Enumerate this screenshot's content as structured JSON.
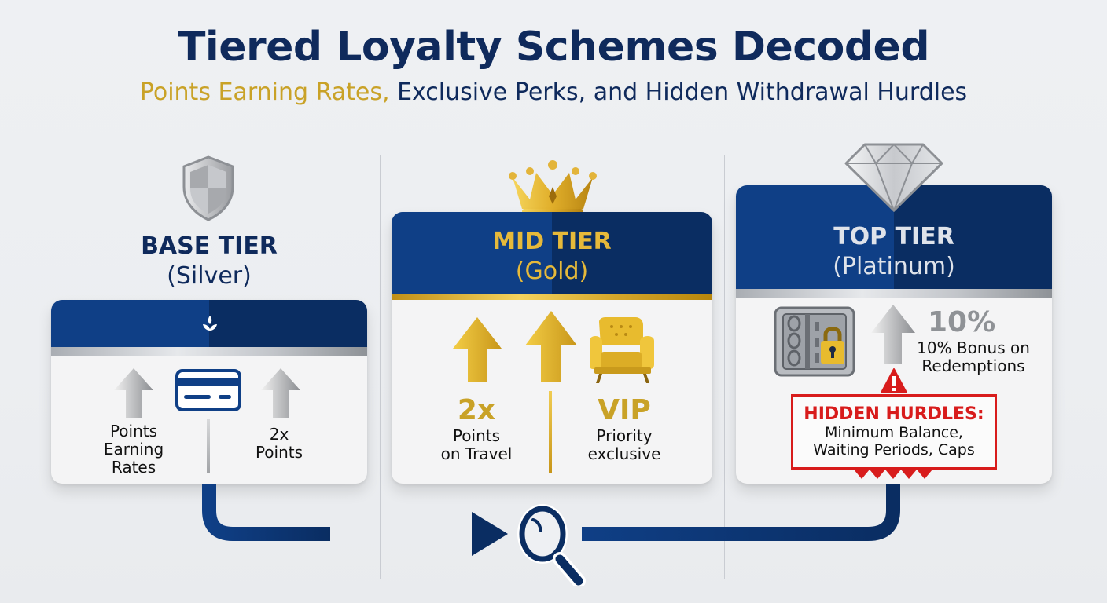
{
  "header": {
    "title": "Tiered Loyalty Schemes Decoded",
    "subtitle_highlight": "Points Earning Rates,",
    "subtitle_rest": " Exclusive Perks, and Hidden Withdrawal Hurdles"
  },
  "tiers": [
    {
      "name": "BASE TIER",
      "level": "(Silver)",
      "icon": "shield-icon",
      "header_icon": "lotus-icon",
      "features": [
        {
          "icon": "arrow-up-icon",
          "label": "Points Earning Rates"
        },
        {
          "icon": "credit-card-icon",
          "label": ""
        },
        {
          "icon": "arrow-up-icon",
          "label": "2x Points"
        }
      ],
      "left_text": [
        "Points",
        "Earning",
        "Rates"
      ],
      "right_text": [
        "2x",
        "Points"
      ]
    },
    {
      "name": "MID TIER",
      "level": "(Gold)",
      "icon": "crown-icon",
      "left_value": "2x",
      "left_text": [
        "Points",
        "on Travel"
      ],
      "right_value": "VIP",
      "right_text": [
        "Priority",
        "exclusive"
      ],
      "feature_icons": [
        "arrow-up-icon",
        "arrow-up-icon",
        "armchair-icon"
      ]
    },
    {
      "name": "TOP TIER",
      "level": "(Platinum)",
      "icon": "diamond-icon",
      "bonus_value": "10%",
      "bonus_text": [
        "10% Bonus on",
        "Redemptions"
      ],
      "feature_icons": [
        "vault-lock-icon",
        "arrow-up-icon"
      ],
      "warning": {
        "title": "HIDDEN HURDLES:",
        "lines": [
          "Minimum Balance,",
          "Waiting Periods, Caps"
        ]
      }
    }
  ],
  "flow": {
    "center_icon": "magnifier-icon"
  },
  "colors": {
    "navy": "#0f2a5c",
    "blue": "#0f3f86",
    "gold": "#c9a227",
    "red": "#d81c1c",
    "silver": "#a9adb3"
  }
}
